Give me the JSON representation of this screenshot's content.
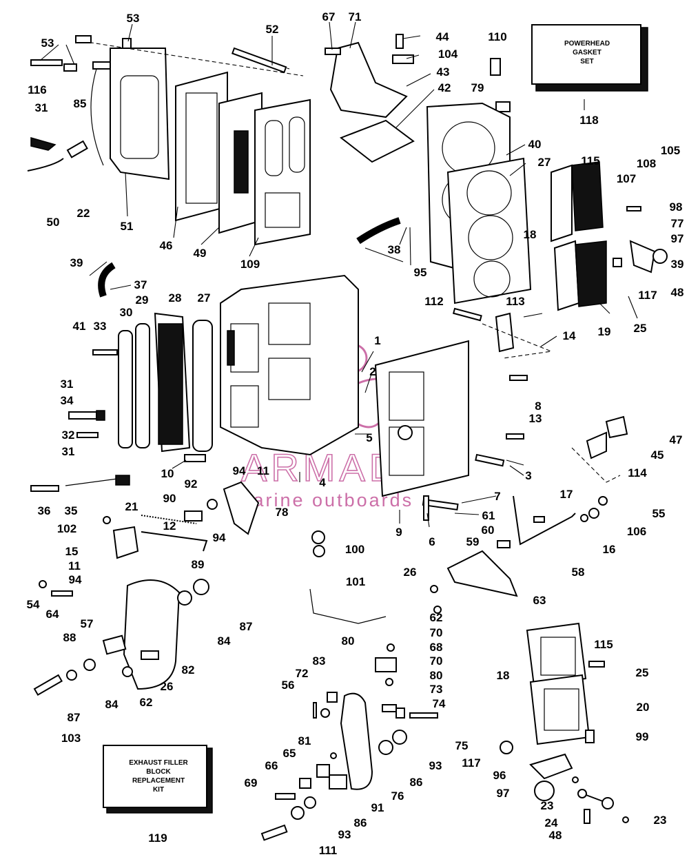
{
  "watermark": {
    "brand": "ARMADA",
    "tagline": "marine outboards",
    "color": "#cc6fa8"
  },
  "kits": {
    "powerhead_gasket_set": [
      "POWERHEAD",
      "GASKET",
      "SET"
    ],
    "exhaust_filler_block_kit": [
      "EXHAUST FILLER",
      "BLOCK",
      "REPLACEMENT",
      "KIT"
    ]
  },
  "callouts": [
    "53",
    "52",
    "67",
    "71",
    "44",
    "110",
    "53",
    "104",
    "43",
    "116",
    "85",
    "42",
    "79",
    "31",
    "118",
    "40",
    "27",
    "105",
    "115",
    "108",
    "107",
    "22",
    "50",
    "51",
    "46",
    "49",
    "109",
    "98",
    "77",
    "18",
    "97",
    "38",
    "39",
    "95",
    "48",
    "39",
    "37",
    "117",
    "28",
    "27",
    "29",
    "30",
    "112",
    "113",
    "33",
    "41",
    "19",
    "25",
    "14",
    "1",
    "31",
    "2",
    "34",
    "8",
    "13",
    "47",
    "32",
    "31",
    "5",
    "45",
    "10",
    "114",
    "3",
    "94",
    "11",
    "4",
    "36",
    "35",
    "92",
    "90",
    "78",
    "7",
    "21",
    "102",
    "61",
    "55",
    "12",
    "60",
    "106",
    "16",
    "15",
    "59",
    "11",
    "94",
    "89",
    "94",
    "58",
    "100",
    "9",
    "6",
    "17",
    "26",
    "54",
    "64",
    "101",
    "63",
    "87",
    "57",
    "62",
    "84",
    "88",
    "80",
    "70",
    "68",
    "115",
    "82",
    "70",
    "83",
    "80",
    "18",
    "25",
    "72",
    "56",
    "26",
    "73",
    "74",
    "62",
    "84",
    "87",
    "20",
    "103",
    "75",
    "81",
    "99",
    "65",
    "117",
    "93",
    "66",
    "86",
    "96",
    "69",
    "76",
    "97",
    "91",
    "23",
    "86",
    "24",
    "23",
    "93",
    "111",
    "48",
    "119"
  ]
}
